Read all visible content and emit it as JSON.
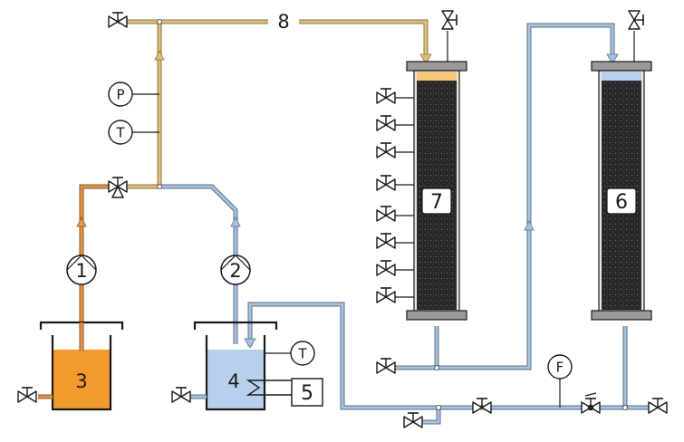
{
  "labels": {
    "pump_1": "1",
    "pump_2": "2",
    "tank_3": "3",
    "tank_4": "4",
    "box_5": "5",
    "column_6": "6",
    "column_7": "7",
    "line_8": "8",
    "pressure": "P",
    "temp_line": "T",
    "temp_tank": "T",
    "flow": "F"
  },
  "colors": {
    "orange_fluid": "#f39a2f",
    "orange_pipe": "#d98a3c",
    "gold_pipe": "#d8b669",
    "blue_pipe": "#8fb3dc",
    "blue_fluid": "#b7d1ec",
    "packing": "#262626",
    "flange": "#9a9a9a",
    "stroke": "#1a1a1a"
  }
}
